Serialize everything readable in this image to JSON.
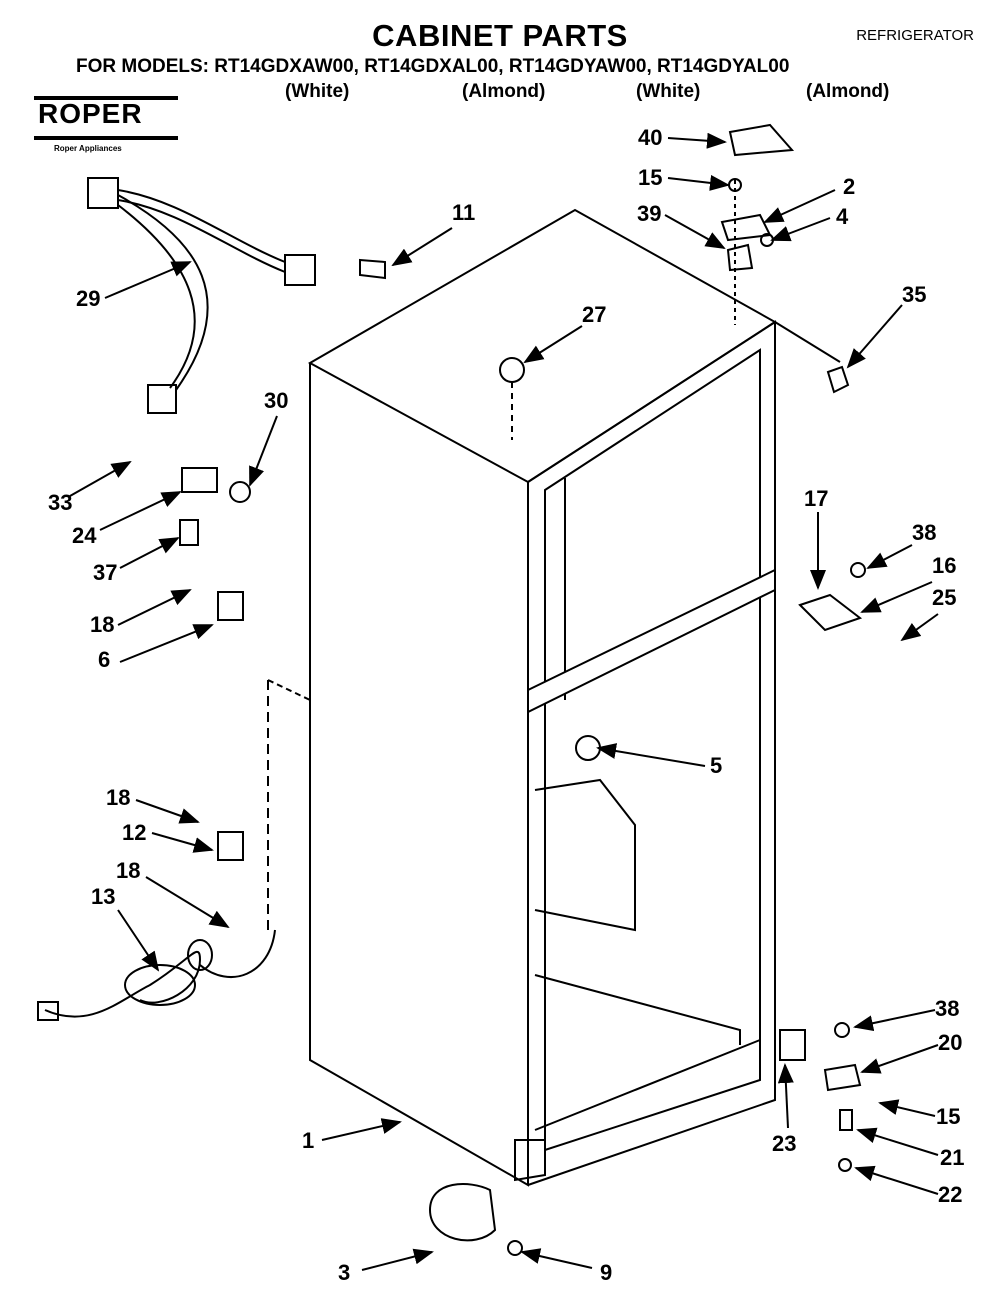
{
  "header": {
    "title": "CABINET PARTS",
    "appliance": "REFRIGERATOR",
    "models_line": "FOR MODELS: RT14GDXAW00, RT14GDXAL00, RT14GDYAW00, RT14GDYAL00",
    "colors": [
      "(White)",
      "(Almond)",
      "(White)",
      "(Almond)"
    ]
  },
  "logo": {
    "name": "ROPER",
    "tagline": "Roper Appliances"
  },
  "callouts": {
    "c40": "40",
    "c15a": "15",
    "c2": "2",
    "c39": "39",
    "c4": "4",
    "c11": "11",
    "c29": "29",
    "c27": "27",
    "c35": "35",
    "c30": "30",
    "c33": "33",
    "c24": "24",
    "c37": "37",
    "c17": "17",
    "c38a": "38",
    "c16": "16",
    "c25": "25",
    "c18a": "18",
    "c6": "6",
    "c5": "5",
    "c18b": "18",
    "c12": "12",
    "c18c": "18",
    "c13": "13",
    "c38b": "38",
    "c20": "20",
    "c15b": "15",
    "c1": "1",
    "c23": "23",
    "c21": "21",
    "c22": "22",
    "c3": "3",
    "c9": "9"
  }
}
